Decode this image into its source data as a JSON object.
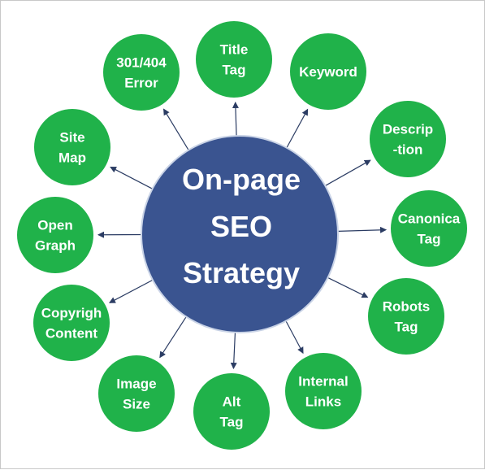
{
  "hub": {
    "lines": [
      "On-page",
      "SEO",
      "Strategy"
    ],
    "color": "#3a5490"
  },
  "node_color": "#20b24a",
  "arrow_color": "#2b3c63",
  "nodes": [
    {
      "id": "title-tag",
      "lines": [
        "Title",
        "Tag"
      ]
    },
    {
      "id": "keyword",
      "lines": [
        "Keyword"
      ]
    },
    {
      "id": "description",
      "lines": [
        "Descrip",
        "-tion"
      ]
    },
    {
      "id": "canonical-tag",
      "lines": [
        "Canonica",
        "Tag"
      ]
    },
    {
      "id": "robots-tag",
      "lines": [
        "Robots",
        "Tag"
      ]
    },
    {
      "id": "internal-links",
      "lines": [
        "Internal",
        "Links"
      ]
    },
    {
      "id": "alt-tag",
      "lines": [
        "Alt",
        "Tag"
      ]
    },
    {
      "id": "image-size",
      "lines": [
        "Image",
        "Size"
      ]
    },
    {
      "id": "copyright-content",
      "lines": [
        "Copyrigh",
        "Content"
      ]
    },
    {
      "id": "open-graph",
      "lines": [
        "Open",
        "Graph"
      ]
    },
    {
      "id": "site-map",
      "lines": [
        "Site",
        "Map"
      ]
    },
    {
      "id": "error-301-404",
      "lines": [
        "301/404",
        "Error"
      ]
    }
  ]
}
